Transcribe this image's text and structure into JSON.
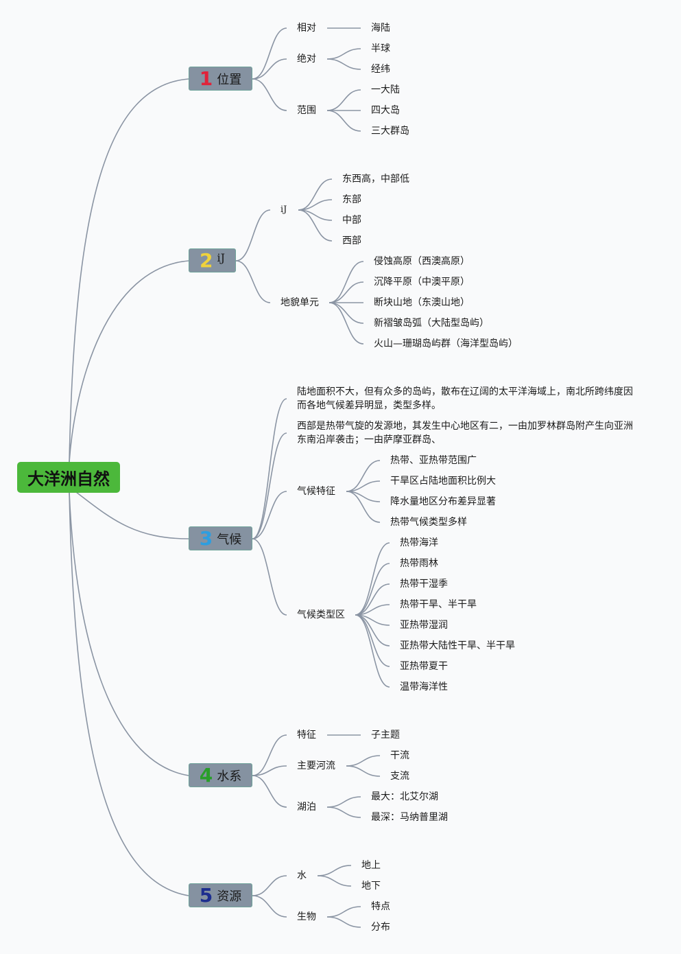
{
  "root": {
    "label": "大洋洲自然",
    "color": "#4cb83b"
  },
  "topics": [
    {
      "num": "1",
      "num_color": "#e0233a",
      "label": "位置",
      "children": [
        {
          "label": "相对",
          "children": [
            {
              "label": "海陆"
            }
          ]
        },
        {
          "label": "绝对",
          "children": [
            {
              "label": "半球"
            },
            {
              "label": "经纬"
            }
          ]
        },
        {
          "label": "范围",
          "children": [
            {
              "label": "一大陆"
            },
            {
              "label": "四大岛"
            },
            {
              "label": "三大群岛"
            }
          ]
        }
      ]
    },
    {
      "num": "2",
      "num_color": "#f0d23c",
      "label": "iJ",
      "children": [
        {
          "label": "iJ",
          "children": [
            {
              "label": "东西高，中部低"
            },
            {
              "label": "东部"
            },
            {
              "label": "中部"
            },
            {
              "label": "西部"
            }
          ]
        },
        {
          "label": "地貌单元",
          "children": [
            {
              "label": "侵蚀高原（西澳高原）"
            },
            {
              "label": "沉降平原（中澳平原）"
            },
            {
              "label": "断块山地（东澳山地）"
            },
            {
              "label": "新褶皱岛弧（大陆型岛屿）"
            },
            {
              "label": "火山—珊瑚岛屿群（海洋型岛屿）"
            }
          ]
        }
      ]
    },
    {
      "num": "3",
      "num_color": "#2d9ee0",
      "label": "气候",
      "children": [
        {
          "label": "陆地面积不大，但有众多的岛屿，散布在辽阔的太平洋海域上，南北所跨纬度因而各地气候差异明显，类型多样。"
        },
        {
          "label": "西部是热带气旋的发源地，其发生中心地区有二，一由加罗林群岛附产生向亚洲东南沿岸袭击；一由萨摩亚群岛、"
        },
        {
          "label": "气候特征",
          "children": [
            {
              "label": "热带、亚热带范围广"
            },
            {
              "label": "干旱区占陆地面积比例大"
            },
            {
              "label": "降水量地区分布差异显著"
            },
            {
              "label": "热带气候类型多样"
            }
          ]
        },
        {
          "label": "气候类型区",
          "children": [
            {
              "label": "热带海洋"
            },
            {
              "label": "热带雨林"
            },
            {
              "label": "热带干湿季"
            },
            {
              "label": "热带干旱、半干旱"
            },
            {
              "label": "亚热带湿润"
            },
            {
              "label": "亚热带大陆性干旱、半干旱"
            },
            {
              "label": "亚热带夏干"
            },
            {
              "label": "温带海洋性"
            }
          ]
        }
      ]
    },
    {
      "num": "4",
      "num_color": "#2a9e2a",
      "label": "水系",
      "children": [
        {
          "label": "特征",
          "children": [
            {
              "label": "子主题"
            }
          ]
        },
        {
          "label": "主要河流",
          "children": [
            {
              "label": "干流"
            },
            {
              "label": "支流"
            }
          ]
        },
        {
          "label": "湖泊",
          "children": [
            {
              "label": "最大：北艾尔湖"
            },
            {
              "label": "最深：马纳普里湖"
            }
          ]
        }
      ]
    },
    {
      "num": "5",
      "num_color": "#1d2e8f",
      "label": "资源",
      "children": [
        {
          "label": "水",
          "children": [
            {
              "label": "地上"
            },
            {
              "label": "地下"
            }
          ]
        },
        {
          "label": "生物",
          "children": [
            {
              "label": "特点"
            },
            {
              "label": "分布"
            }
          ]
        }
      ]
    }
  ],
  "colors": {
    "line": "#8a94a3",
    "topic_bg": "#8592a1",
    "background": "#f9fafb"
  }
}
